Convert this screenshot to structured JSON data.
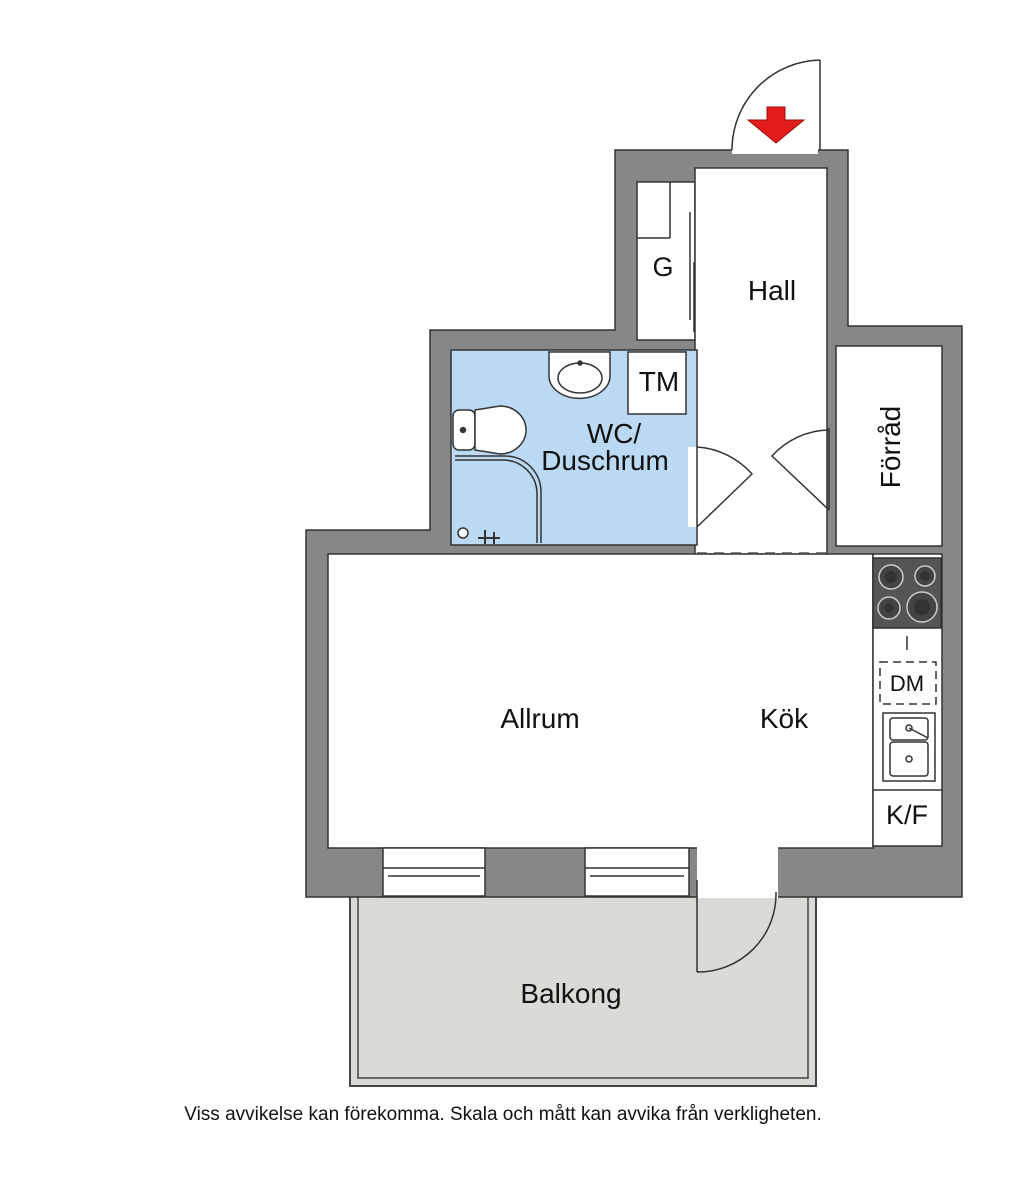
{
  "rooms": {
    "storage_g": "G",
    "hall": "Hall",
    "tm": "TM",
    "wc_line1": "WC/",
    "wc_line2": "Duschrum",
    "forrad": "Förråd",
    "allrum": "Allrum",
    "kok": "Kök",
    "dm": "DM",
    "kf": "K/F",
    "balkong": "Balkong"
  },
  "disclaimer": "Viss avvikelse kan förekomma. Skala och mått kan avvika från verkligheten.",
  "colors": {
    "wall": "#878787",
    "bathroom": "#bcd9f3",
    "balcony": "#dcdad7",
    "entry_arrow": "#e31b1b",
    "hob": "#555555"
  }
}
